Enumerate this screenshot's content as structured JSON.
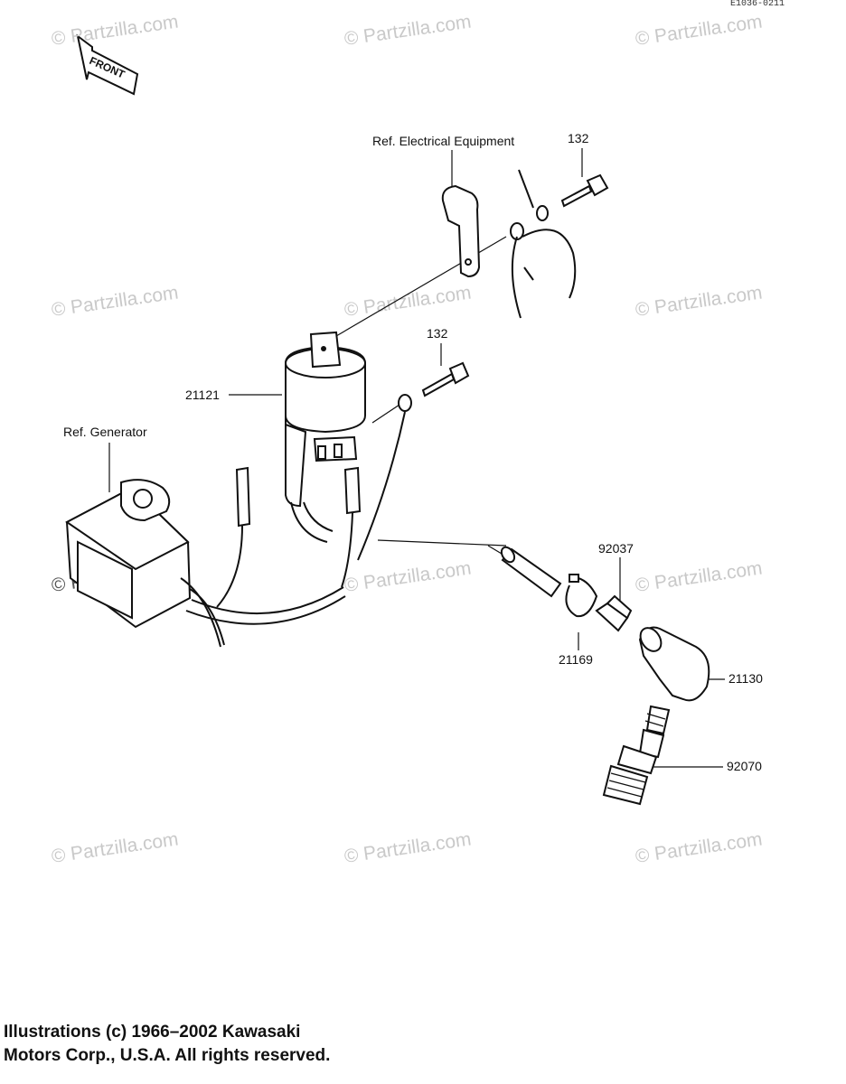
{
  "diagram": {
    "ref_code": "E1036-0211",
    "front_label": "FRONT",
    "watermark_text": "© Partzilla.com",
    "labels": {
      "ref_electrical": "Ref. Electrical Equipment",
      "ref_generator": "Ref. Generator",
      "bolt_upper": "132",
      "bolt_lower": "132",
      "coil": "21121",
      "clip": "92037",
      "clip_lower": "21169",
      "cap": "21130",
      "plug": "92070"
    }
  },
  "copyright": {
    "line1": "Illustrations (c) 1966–2002 Kawasaki",
    "line2": "Motors Corp., U.S.A.  All rights reserved."
  }
}
